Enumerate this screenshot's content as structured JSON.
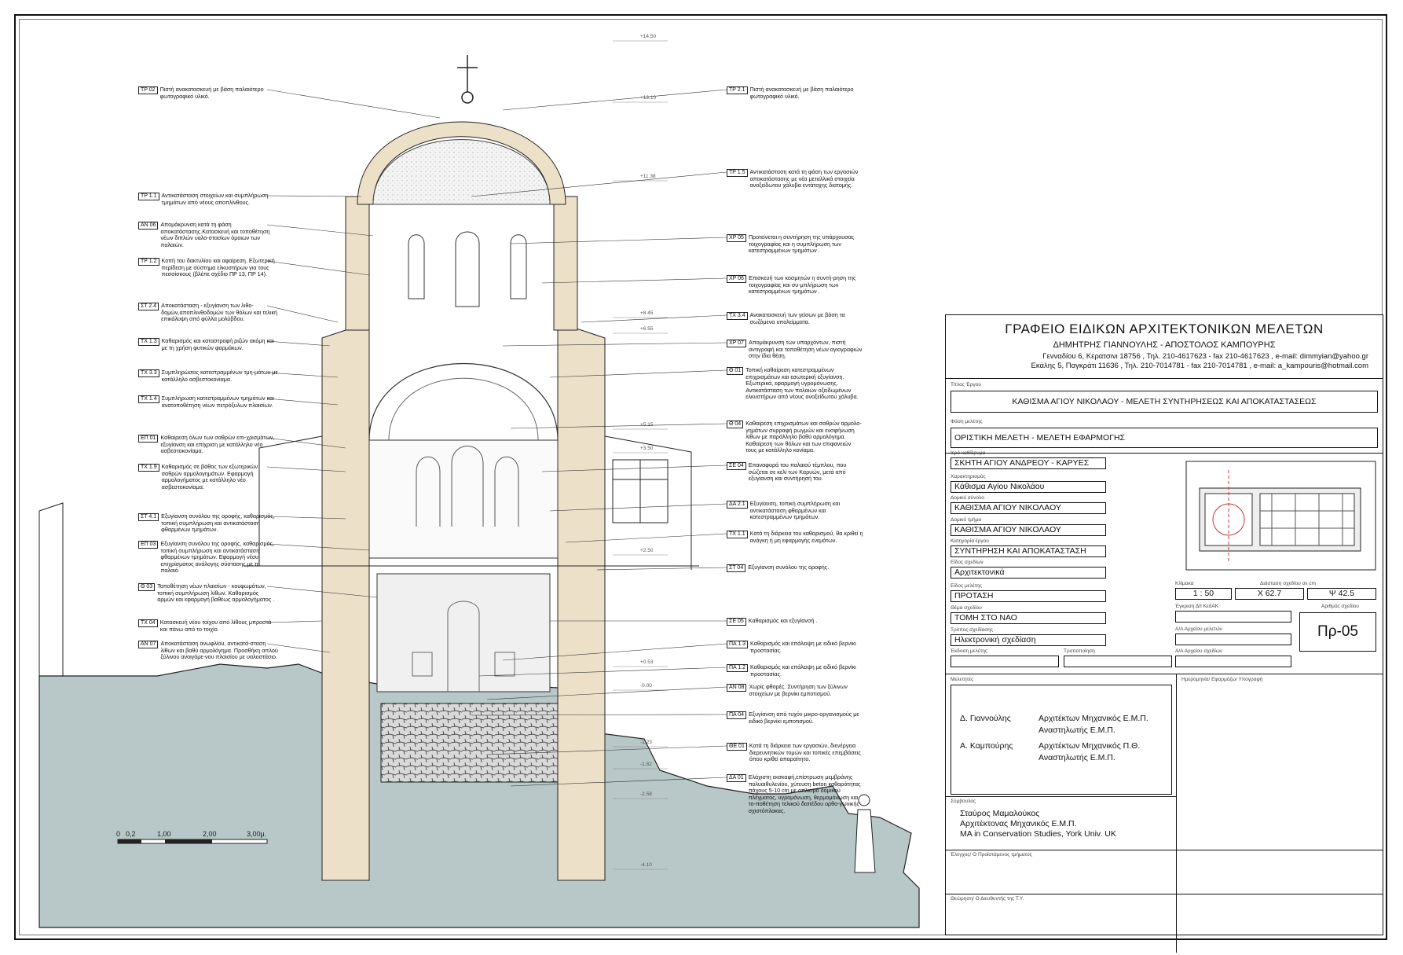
{
  "notes_left": [
    {
      "code": "ΤΡ 02",
      "text": "Πιστή ανακατασκευή με βάση παλαιότερο φωτογραφικό υλικό."
    },
    {
      "code": "ΤΡ 1.1",
      "text": "Αντικατάσταση στοιχείων και συμπλήρωση τμημάτων από νέους αποπλίνθους."
    },
    {
      "code": "ΑΝ 06",
      "text": "Απομάκρυνση κατά τη φάση αποκατάστασης.Κατασκευή και τοποθέτηση νέων διπλών υαλο-στασίων όμοιων των παλαιών."
    },
    {
      "code": "ΤΡ 1.2",
      "text": "Κοπή του δακτυλίου και αφαίρεση. Εξωτερική περίδεση με σύστημα ελκυστήρων για τους πεσσίσκους (βλέπε σχέδιο ΠΡ 13, ΠΡ 14)."
    },
    {
      "code": "ΣΤ 2.4",
      "text": "Αποκατάσταση - εξυγίανση των λιθο-δομών,αποπλινθοδομών των θόλων και τελική επικάλυψη από φύλλα μολύβδου."
    },
    {
      "code": "ΤΧ 1.3",
      "text": "Καθαρισμός και καταστροφή ριζών ακόμη και με τη χρήση φυτικών φαρμάκων."
    },
    {
      "code": "ΤΧ 3.3",
      "text": "Συμπληρώσεις κατεστραμμένων τμη-μάτων με κατάλληλο ασβεστοκονίαμα."
    },
    {
      "code": "ΤΧ 1.4",
      "text": "Συμπλήρωση κατεστραμμένων τμημάτων και ανατοποθέτηση νέων πετρόξυλων πλαισίων."
    },
    {
      "code": "ΕΠ 01",
      "text": "Καθαίρεση όλων των σαθρών επι-χρισμάτων, εξυγίανση και επίχριση με κατάλληλο νέο ασβεστοκονίαμα."
    },
    {
      "code": "ΤΧ 1.9",
      "text": "Καθαρισμός σε βάθος των εξωτερικών σαθρών αρμολογημάτων. Εφαρμογή αρμολογήματος με κατάλληλο νέο ασβεστοκονίαμα."
    },
    {
      "code": "ΣΤ 4.1",
      "text": "Εξυγίανση συνόλου της οροφής, καθαρισμός, τοπική συμπλήρωση και αντικατάσταση φθαρμένων τμημάτων."
    },
    {
      "code": "ΕΠ 03",
      "text": "Εξυγίανση συνόλου της οροφής, καθαρισμός, τοπική συμπλήρωση και αντικατάσταση φθαρμένων τμημάτων. Εφαρμογή νέου επιχρίσματος ανάλογης σύστασης με το παλαιό."
    },
    {
      "code": "Θ 03",
      "text": "Τοποθέτηση νέων πλαισίων - κουφωμάτων, τοπική συμπλήρωση λίθων. Καθαρισμός αρμών και εφαρμογή βαθέως αρμολογήματος ."
    },
    {
      "code": "ΤΧ 04",
      "text": "Κατασκευή νέου τοίχου από λίθους μπροστά και πάνω από το τοιχίο."
    },
    {
      "code": "ΑΝ 07",
      "text": "Αποκατάσταση ανωφλίου, αντικατά-σταση λίθων και βαθύ αρμολόγημα. Προσθήκη απλού ξύλινου ανοιγόμε-νου πλαισίου με υαλοστάσιο."
    }
  ],
  "notes_right": [
    {
      "code": "ΤΡ 2.1",
      "text": "Πιστή ανακατασκευή με βάση παλαιότερο φωτογραφικό υλικό."
    },
    {
      "code": "ΤΡ 1.5",
      "text": "Αντικατάσταση κατά τη φάση των εργασιών αποκατάστασης με νέα μεταλλικά στοιχεία ανοξείδωτου χάλυβα εντάτοχης διατομής."
    },
    {
      "code": "ΧΡ 05",
      "text": "Προτείνεται η συντήρηση της υπάρχουσας τοιχογραφίας και η συμπλήρωση των κατεστραμμένων τμημάτων ."
    },
    {
      "code": "ΧΡ 06",
      "text": "Επισκευή των κοσμητών η συντή-ρηση της τοιχογραφίας και συ-μπλήρωση των κατεστραμμένων τμημάτων ."
    },
    {
      "code": "ΤΧ 3.4",
      "text": "Ανακατασκευή των γείσων με βάση τα σωζόμενα υπολείμματα."
    },
    {
      "code": "ΧΡ 07",
      "text": "Απομάκρυνση των υπαρχόντων, πιστή αντιγραφή και τοποθέτηση νέων αγιογραφιών στην ίδια θέση."
    },
    {
      "code": "Θ 01",
      "text": "Τοπική καθαίρεση κατεστραμμένων επιχρισμάτων και εσωτερική εξυγίανση. Εξωτερικά, εφαρμογή υγρομόνωσης. Αντικατάσταση των παλαιών οξειδωμένων ελκυστήρων από νέους ανοξείδωτου χάλυβα."
    },
    {
      "code": "Θ 04",
      "text": "Καθαίρεση επιχρισμάτων και σαθρών αρμολο-γημάτων συρραφή ρωγμών και ενσφήνωση λίθων με παράλληλο βαθύ αρμολόγημα. Καθαίρεση των θόλων και των επιφανειών τους με κατάλληλο κονίαμα."
    },
    {
      "code": "ΣΕ 04",
      "text": "Επαναφορά του παλαιού τέμπλου, που σώζεται σε κελί των Καρυών, μετά από εξυγίανση και συντήρησή του."
    },
    {
      "code": "ΔΑ 2.1",
      "text": "Εξυγίανση, τοπική συμπλήρωση και αντικατάσταση φθαρμένων και κατεστραμμένων τμημάτων."
    },
    {
      "code": "ΤΧ 1.1",
      "text": "Κατά τη διάρκεια του καθαρισμού, θα κριθεί η ανάγκη ή μη εφαρμογής ενεμάτων."
    },
    {
      "code": "ΣΤ 04",
      "text": "Εξυγίανση συνόλου της οροφής."
    },
    {
      "code": "ΣΕ 05",
      "text": "Καθαρισμός και εξυγίανσή ."
    },
    {
      "code": "ΠΑ 1.3",
      "text": "Καθαρισμός και επάλειψη με ειδικό βερνίκι προστασίας."
    },
    {
      "code": "ΠΑ 1.2",
      "text": "Καθαρισμός και επάλειψη με ειδικό βερνίκι προστασίας."
    },
    {
      "code": "ΑΝ 08",
      "text": "Χωρίς φθορές. Συντήρηση των ξύλινων στοιχείων με βερνίκι εμποτισμού."
    },
    {
      "code": "ΠΑ 04",
      "text": "Εξυγίανση από τυχόν μικρο-οργανισμούς με ειδικό βερνίκι εμποτισμού."
    },
    {
      "code": "ΘΕ 01",
      "text": "Κατά τη διάρκεια των εργασιών, διενέργεια διερευνητικών τομών και τοπικές επεμβάσεις όπου κριθεί απαραίτητο."
    },
    {
      "code": "ΔΑ 01",
      "text": "Ελάχιστη εκσκαφή,επίστρωση μεμβράνης πολυαιθυλενίου, χύτευση beton καθαρότητας πάχους 5-10 cm με οπλισμό δομικού πλέγματος, υγρομόνωση, θερμομόνωση και το-ποθέτηση τελικού δαπέδου ορθο-γωνικής σχιστόπλακας."
    }
  ],
  "levels": [
    "+14.50",
    "+13.10",
    "+11.38",
    "+8.45",
    "+6.55",
    "+5.15",
    "+3.50",
    "+2.50",
    "+0.53",
    "-0.00",
    "-1.23",
    "-1.82",
    "-2.58",
    "-4.10"
  ],
  "scale_bar": [
    "0",
    "0,2",
    "1,00",
    "2,00",
    "3,00μ."
  ],
  "title_block": {
    "office_title": "ΓΡΑΦΕΙΟ ΕΙΔΙΚΩΝ ΑΡΧΙΤΕΚΤΟΝΙΚΩΝ ΜΕΛΕΤΩΝ",
    "office_names": "ΔΗΜΗΤΡΗΣ ΓΙΑΝΝΟΥΛΗΣ  -  ΑΠΟΣΤΟΛΟΣ ΚΑΜΠΟΥΡΗΣ",
    "office_address1": "Γενναδίου 6, Κερατσινι 18756 , Τηλ. 210-4617623 - fax 210-4617623 , e-mail: dimmyian@yahoo.gr",
    "office_address2": "Εκάλης 5, Παγκράτι 11636 , Τηλ. 210-7014781 - fax 210-7014781 , e-mail: a_kampouris@hotmail.com",
    "project_label": "Τίτλος Έργου",
    "project_title": "ΚΑΘΙΣΜΑ ΑΓΙΟΥ ΝΙΚΟΛΑΟΥ - ΜΕΛΕΤΗ ΣΥΝΤΗΡΗΣΕΩΣ ΚΑΙ ΑΠΟΚΑΤΑΣΤΑΣΕΩΣ",
    "phase_label": "Φάση μελέτης",
    "phase": "ΟΡΙΣΤΙΚΗ ΜΕΛΕΤΗ - ΜΕΛΕΤΗ ΕΦΑΡΜΟΓΗΣ",
    "fields": [
      {
        "label": "Ιερό καθίδρυμα",
        "value": "ΣΚΗΤΗ ΑΓΙΟΥ ΑΝΔΡΕΟΥ - ΚΑΡΥΕΣ"
      },
      {
        "label": "Χαρακτηρισμός",
        "value": "Κάθισμα Αγίου Νικολάου"
      },
      {
        "label": "Δομικό σύνολο",
        "value": "ΚΑΘΙΣΜΑ ΑΓΙΟΥ ΝΙΚΟΛΑΟΥ"
      },
      {
        "label": "Δομικό τμήμα",
        "value": "ΚΑΘΙΣΜΑ ΑΓΙΟΥ ΝΙΚΟΛΑΟΥ"
      },
      {
        "label": "Κατηγορία έργου",
        "value": "ΣΥΝΤΗΡΗΣΗ ΚΑΙ ΑΠΟΚΑΤΑΣΤΑΣΗ"
      },
      {
        "label": "Είδος σχεδίων",
        "value": "Αρχιτεκτονικά"
      },
      {
        "label": "Είδος μελέτης",
        "value": "ΠΡΟΤΑΣΗ"
      },
      {
        "label": "Θέμα σχεδίου",
        "value": "ΤΟΜΗ ΣΤΟ ΝΑΟ"
      },
      {
        "label": "Τρόπος σχεδίασης",
        "value": "Ηλεκτρονική σχεδίαση"
      }
    ],
    "scale_label": "Κλίμακα",
    "scale": "1 : 50",
    "dims_label": "Διάσταση σχεδίου σε cm",
    "dim_x": "Χ  62.7",
    "dim_y": "Ψ  42.5",
    "approval_label": "Έγκριση Δ/Ι ΚεδΑΚ",
    "archive1": "Α/Α Αρχείου μελετών",
    "archive2": "Α/Α Αρχείου σχεδίων",
    "drawing_no_label": "Αριθμός σχεδίου",
    "drawing_no": "Πρ-05",
    "edition_label": "Έκδοση μελέτης",
    "revision_label": "Τροποποίηση",
    "designers_label": "Μελετητές",
    "date_label": "Ημερομηνία/ Εφαρμόζω/ Υπογραφή",
    "designers": [
      {
        "name": "Δ. Γιαννούλης",
        "role1": "Αρχιτέκτων Μηχανικός Ε.Μ.Π.",
        "role2": "Αναστηλωτής Ε.Μ.Π."
      },
      {
        "name": "Α. Καμπούρης",
        "role1": "Αρχιτέκτων Μηχανικός Π.Θ.",
        "role2": "Αναστηλωτής Ε.Μ.Π."
      }
    ],
    "advisor_label": "Σύμβουλος",
    "advisor_name": "Σταύρος Μαμαλούκος",
    "advisor_role": "Αρχιτέκτονας Μηχανικός Ε.Μ.Π.",
    "advisor_ma": "MA in Conservation Studies, York Univ. UK",
    "check_label": "Έλεγχος/ Ο Προϊστάμενος τμήματος",
    "approve_label": "Θεώρηση/ Ο Διευθυντής της Τ.Υ."
  }
}
